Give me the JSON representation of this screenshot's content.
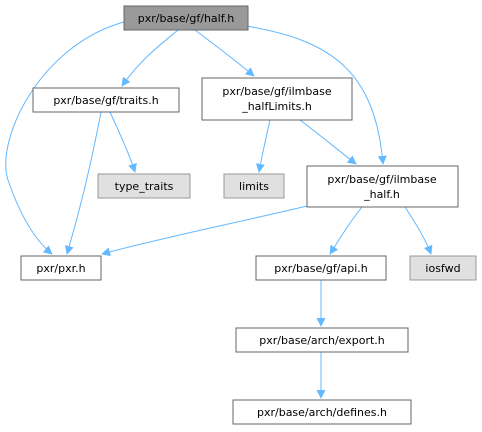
{
  "diagram": {
    "colors": {
      "root_fill": "#999999",
      "system_fill": "#e0e0e0",
      "node_fill": "#ffffff",
      "node_stroke": "#666666",
      "system_stroke": "#999999",
      "edge": "#63b8ff"
    },
    "nodes": {
      "half_h": {
        "label": "pxr/base/gf/half.h",
        "kind": "root"
      },
      "traits_h": {
        "label": "pxr/base/gf/traits.h",
        "kind": "file"
      },
      "ilmbase_halfLimits_h": {
        "line1": "pxr/base/gf/ilmbase",
        "line2": "_halfLimits.h",
        "kind": "file"
      },
      "type_traits": {
        "label": "type_traits",
        "kind": "system"
      },
      "limits": {
        "label": "limits",
        "kind": "system"
      },
      "ilmbase_half_h": {
        "line1": "pxr/base/gf/ilmbase",
        "line2": "_half.h",
        "kind": "file"
      },
      "pxr_h": {
        "label": "pxr/pxr.h",
        "kind": "file"
      },
      "api_h": {
        "label": "pxr/base/gf/api.h",
        "kind": "file"
      },
      "iosfwd": {
        "label": "iosfwd",
        "kind": "system"
      },
      "export_h": {
        "label": "pxr/base/arch/export.h",
        "kind": "file"
      },
      "defines_h": {
        "label": "pxr/base/arch/defines.h",
        "kind": "file"
      }
    },
    "edges": [
      [
        "half_h",
        "traits_h"
      ],
      [
        "half_h",
        "ilmbase_halfLimits_h"
      ],
      [
        "half_h",
        "ilmbase_half_h"
      ],
      [
        "half_h",
        "pxr_h"
      ],
      [
        "traits_h",
        "type_traits"
      ],
      [
        "traits_h",
        "pxr_h"
      ],
      [
        "ilmbase_halfLimits_h",
        "limits"
      ],
      [
        "ilmbase_halfLimits_h",
        "ilmbase_half_h"
      ],
      [
        "ilmbase_half_h",
        "pxr_h"
      ],
      [
        "ilmbase_half_h",
        "api_h"
      ],
      [
        "ilmbase_half_h",
        "iosfwd"
      ],
      [
        "api_h",
        "export_h"
      ],
      [
        "export_h",
        "defines_h"
      ]
    ]
  }
}
